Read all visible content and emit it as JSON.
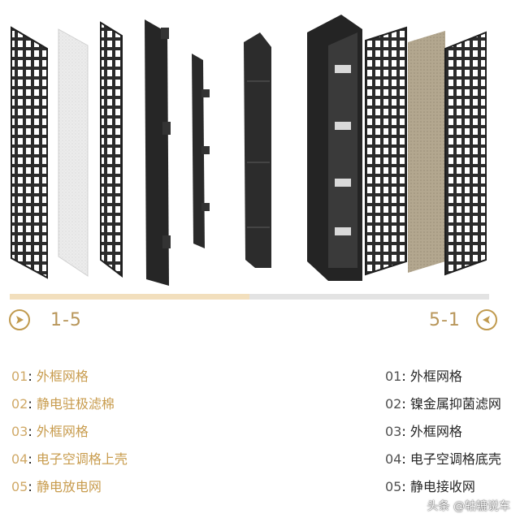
{
  "progress": {
    "fraction": 0.5
  },
  "nav": {
    "left_range": "1-5",
    "right_range": "5-1",
    "left_icon": "chevron-right-icon",
    "right_icon": "chevron-left-icon"
  },
  "left_list": [
    {
      "num": "01",
      "sep": ":",
      "label": "外框网格"
    },
    {
      "num": "02",
      "sep": ":",
      "label": "静电驻极滤棉"
    },
    {
      "num": "03",
      "sep": ":",
      "label": "外框网格"
    },
    {
      "num": "04",
      "sep": ":",
      "label": "电子空调格上壳"
    },
    {
      "num": "05",
      "sep": ":",
      "label": "静电放电网"
    }
  ],
  "right_list": [
    {
      "num": "01",
      "sep": ":",
      "label": "外框网格"
    },
    {
      "num": "02",
      "sep": ":",
      "label": "镍金属抑菌滤网"
    },
    {
      "num": "03",
      "sep": ":",
      "label": "外框网格"
    },
    {
      "num": "04",
      "sep": ":",
      "label": "电子空调格底壳"
    },
    {
      "num": "05",
      "sep": ":",
      "label": "静电接收网"
    }
  ],
  "watermark": "头条 @轱辘说车",
  "colors": {
    "accent": "#c09a4e",
    "progress_fill": "#f2dfbd",
    "progress_track": "#e3e3e3"
  }
}
